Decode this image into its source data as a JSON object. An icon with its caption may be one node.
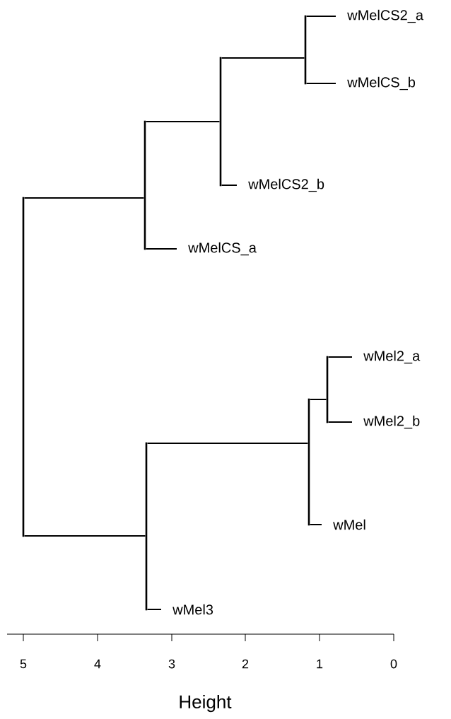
{
  "diagram": {
    "nodes": [
      {
        "text": [
          "wMelCS2_a"
        ]
      },
      {
        "text": [
          "wMelCS_b"
        ]
      },
      {
        "text": [
          "wMelCS2_b"
        ]
      },
      {
        "text": [
          "wMelCS_a"
        ]
      },
      {
        "text": [
          "wMel2_a"
        ]
      },
      {
        "text": [
          "wMel2_b"
        ]
      },
      {
        "text": [
          "wMel"
        ]
      },
      {
        "text": [
          "wMel3"
        ]
      },
      {
        "text": [],
        "shape": "bar"
      },
      {
        "text": [],
        "shape": "bar"
      },
      {
        "text": [],
        "shape": "bar"
      },
      {
        "text": [],
        "shape": "bar"
      },
      {
        "text": [],
        "shape": "bar"
      },
      {
        "text": [],
        "shape": "bar"
      },
      {
        "text": [],
        "shape": "bar"
      }
    ],
    "edges": [
      {
        "from": 8,
        "to": 0,
        "arrow": "none"
      },
      {
        "from": 8,
        "to": 1,
        "arrow": "none"
      },
      {
        "from": 9,
        "to": 8,
        "arrow": "none"
      },
      {
        "from": 9,
        "to": 2,
        "arrow": "none"
      },
      {
        "from": 10,
        "to": 9,
        "arrow": "none"
      },
      {
        "from": 10,
        "to": 3,
        "arrow": "none"
      },
      {
        "from": 11,
        "to": 10,
        "arrow": "none"
      },
      {
        "from": 11,
        "to": 14,
        "arrow": "none"
      },
      {
        "from": 12,
        "to": 4,
        "arrow": "none"
      },
      {
        "from": 12,
        "to": 5,
        "arrow": "none"
      },
      {
        "from": 13,
        "to": 12,
        "arrow": "none"
      },
      {
        "from": 13,
        "to": 6,
        "arrow": "none"
      },
      {
        "from": 14,
        "to": 13,
        "arrow": "none"
      },
      {
        "from": 14,
        "to": 7,
        "arrow": "none"
      }
    ],
    "labels": [
      "5",
      "4",
      "3",
      "2",
      "1",
      "0",
      "Height"
    ]
  }
}
